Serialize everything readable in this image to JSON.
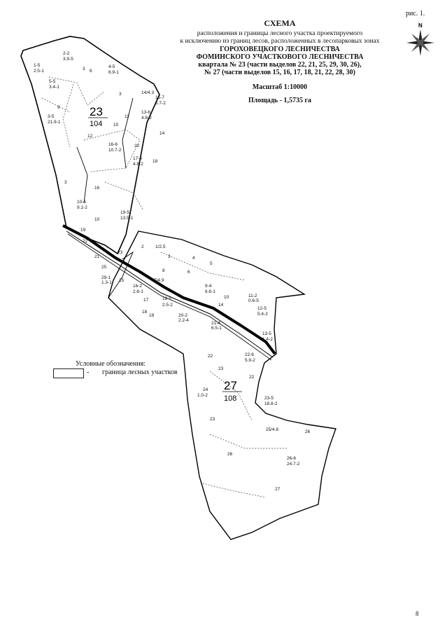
{
  "figure_label": "рис. 1.",
  "north_label": "N",
  "title": "СХЕМА",
  "subtitle_lines": [
    "расположения и границы лесного участка проектируемого",
    "к исключению из границ лесов, расположенных в лесопарковых зонах"
  ],
  "forestry_lines": [
    "ГОРОХОВЕЦКОГО ЛЕСНИЧЕСТВА",
    "ФОМИНСКОГО УЧАСТКОВОГО ЛЕСНИЧЕСТВА",
    "квартала № 23 (части выделов 22, 21, 25, 29, 30, 26),",
    "№ 27 (части выделов 15, 16, 17, 18, 21, 22, 28, 30)"
  ],
  "scale": "Масштаб 1:10000",
  "area": "Площадь - 1,5735 га",
  "legend": {
    "title": "Условные обозначения:",
    "dash": "-",
    "item": "граница лесных участков"
  },
  "quarters": [
    {
      "number": "23",
      "area": "104"
    },
    {
      "number": "27",
      "area": "108"
    }
  ],
  "map_labels": [
    "1-5",
    "2.5-1",
    "2-2",
    "3.9-5",
    "3",
    "6",
    "4-5",
    "6.9-1",
    "5-5",
    "3.4-1",
    "9",
    "3",
    "14/4.3",
    "15-7",
    "5.7-2",
    "13-6",
    "4.8-2",
    "11",
    "10",
    "3-5",
    "21.9-1",
    "14",
    "16-6",
    "10.7-2",
    "12",
    "20",
    "17-6",
    "4.8-2",
    "18",
    "3",
    "16",
    "10-6",
    "9.1-2",
    "10",
    "19-5",
    "13.5-1",
    "19",
    "22",
    "21",
    "23",
    "2",
    "1/2.5",
    "3",
    "4",
    "5",
    "8",
    "6",
    "7/4.9",
    "25",
    "29-1",
    "1.3-1",
    "15",
    "16-2",
    "2.6-1",
    "17",
    "18-5",
    "2.5-2",
    "18",
    "19",
    "9-4",
    "6.6-1",
    "14",
    "10",
    "11-2",
    "0.6-5",
    "12-5",
    "5.4-2",
    "20-2",
    "2.2-4",
    "21-4",
    "6.5-1",
    "13-5",
    "1.4-2",
    "22",
    "22-6",
    "5.9-2",
    "22",
    "23",
    "24",
    "1.0-2",
    "23-5",
    "18.8-2",
    "23",
    "25/4.8",
    "26",
    "26",
    "26-6",
    "24.7-2",
    "27"
  ],
  "page_number": "8"
}
